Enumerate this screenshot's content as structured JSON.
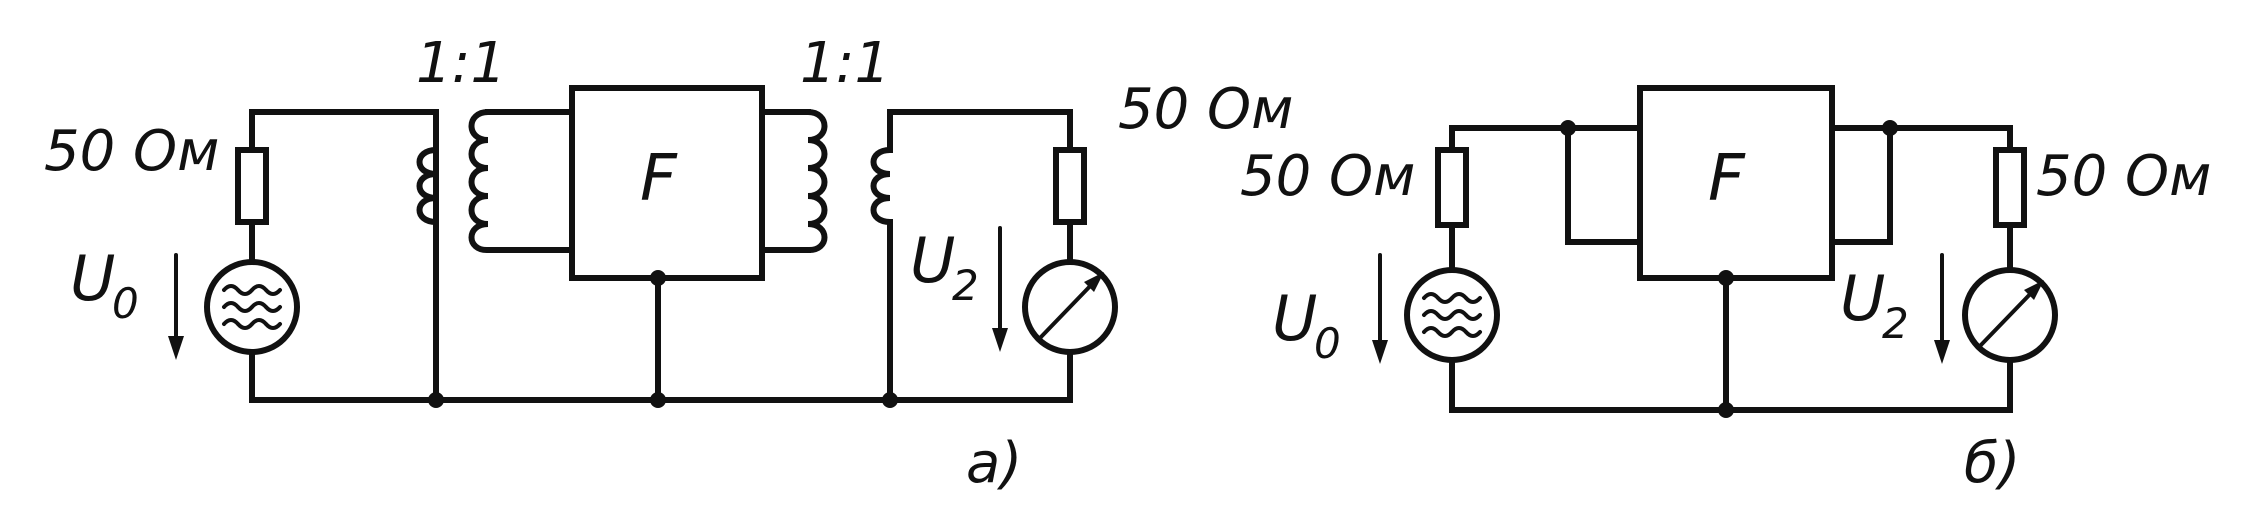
{
  "left_circuit": {
    "source_resistor_label": "50 Ом",
    "load_resistor_label": "50 Ом",
    "input_transformer_ratio": "1:1",
    "output_transformer_ratio": "1:1",
    "network_label": "F",
    "source_voltage_label": "U",
    "source_voltage_subscript": "0",
    "output_voltage_label": "U",
    "output_voltage_subscript": "2",
    "caption": "а)"
  },
  "right_circuit": {
    "source_resistor_label": "50 Ом",
    "load_resistor_label": "50 Ом",
    "network_label": "F",
    "source_voltage_label": "U",
    "source_voltage_subscript": "0",
    "output_voltage_label": "U",
    "output_voltage_subscript": "2",
    "caption": "б)"
  }
}
